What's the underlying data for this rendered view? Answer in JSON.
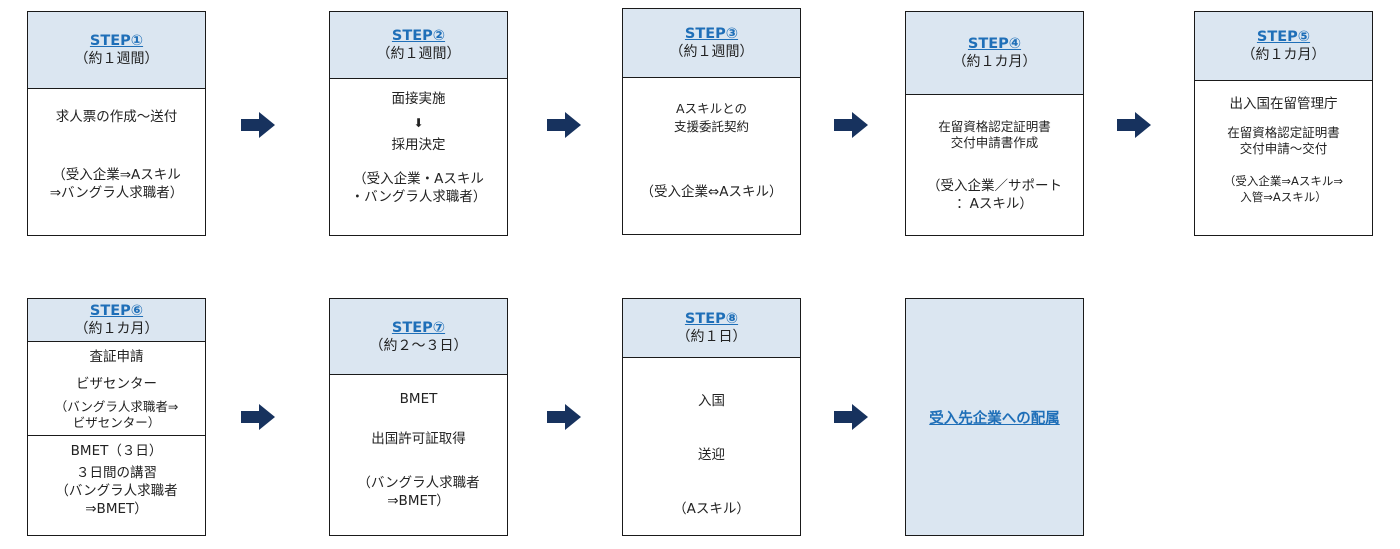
{
  "steps": [
    {
      "label": "STEP①",
      "duration": "（約１週間）",
      "lines": [
        "求人票の作成～送付",
        "（受入企業⇒Aスキル",
        "⇒バングラ人求職者）"
      ]
    },
    {
      "label": "STEP②",
      "duration": "（約１週間）",
      "lines": [
        "面接実施",
        "⬇",
        "採用決定",
        "（受入企業・Aスキル",
        "・バングラ人求職者）"
      ]
    },
    {
      "label": "STEP③",
      "duration": "（約１週間）",
      "lines": [
        "Aスキルとの",
        "支援委託契約",
        "（受入企業⇔Aスキル）"
      ]
    },
    {
      "label": "STEP④",
      "duration": "（約１カ月）",
      "lines": [
        "在留資格認定証明書",
        "交付申請書作成",
        "（受入企業／サポート",
        "：Aスキル）"
      ]
    },
    {
      "label": "STEP⑤",
      "duration": "（約１カ月）",
      "lines": [
        "出入国在留管理庁",
        "在留資格認定証明書",
        "交付申請～交付",
        "（受入企業⇒Aスキル⇒",
        "入管⇒Aスキル）"
      ]
    },
    {
      "label": "STEP⑥",
      "duration": "（約１カ月）",
      "lines": [
        "査証申請",
        "ビザセンター",
        "（バングラ人求職者⇒",
        "ビザセンター）"
      ],
      "lines2": [
        "BMET（３日）",
        "３日間の講習",
        "（バングラ人求職者",
        "⇒BMET）"
      ]
    },
    {
      "label": "STEP⑦",
      "duration": "（約２～３日）",
      "lines": [
        "BMET",
        "出国許可証取得",
        "（バングラ人求職者",
        "⇒BMET）"
      ]
    },
    {
      "label": "STEP⑧",
      "duration": "（約１日）",
      "lines": [
        "入国",
        "送迎",
        "（Aスキル）"
      ]
    }
  ],
  "final_label": "受入先企業への配属",
  "colors": {
    "header_bg": "#dbe6f1",
    "step_link": "#1f6fb8",
    "arrow": "#17325e"
  }
}
